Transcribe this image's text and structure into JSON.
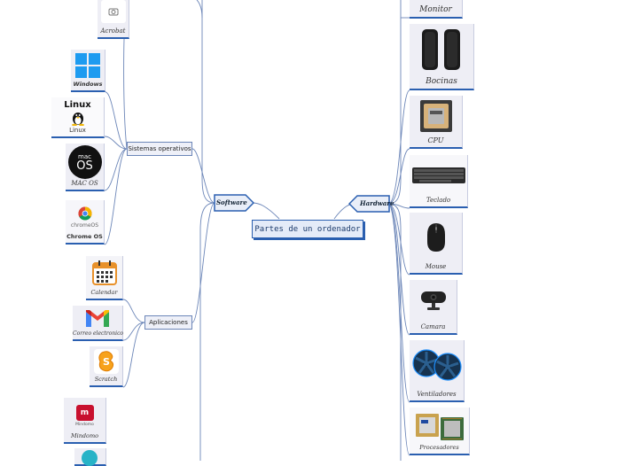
{
  "central": {
    "label": "Partes de un ordenador"
  },
  "software": {
    "label": "Software",
    "groups": {
      "os": {
        "label": "Sistemas operativos"
      },
      "apps": {
        "label": "Aplicaciones"
      }
    },
    "items": {
      "acrobat": "Acrobat",
      "windows": "Windows",
      "linux": "Linux",
      "linux_logo": "Linux",
      "macos": "MAC OS",
      "macos_logo_top": "mac",
      "macos_logo_bottom": "OS",
      "chromeos": "Chrome OS",
      "chromeos_logo": "chromeOS",
      "calendar": "Calendar",
      "gmail": "Correo electronico",
      "scratch": "Scratch",
      "mindomo": "Mindomo",
      "mindomo_logo": "Mindomo"
    }
  },
  "hardware": {
    "label": "Hardware",
    "items": {
      "monitor": "Monitor",
      "speakers": "Bocinas",
      "cpu": "CPU",
      "keyboard": "Teclado",
      "mouse": "Mouse",
      "camera": "Camara",
      "fans": "Ventiladores",
      "processors": "Procesadores"
    }
  },
  "colors": {
    "line": "#6c86b8",
    "accent": "#2a5fb0",
    "card": "#eeeef5"
  }
}
